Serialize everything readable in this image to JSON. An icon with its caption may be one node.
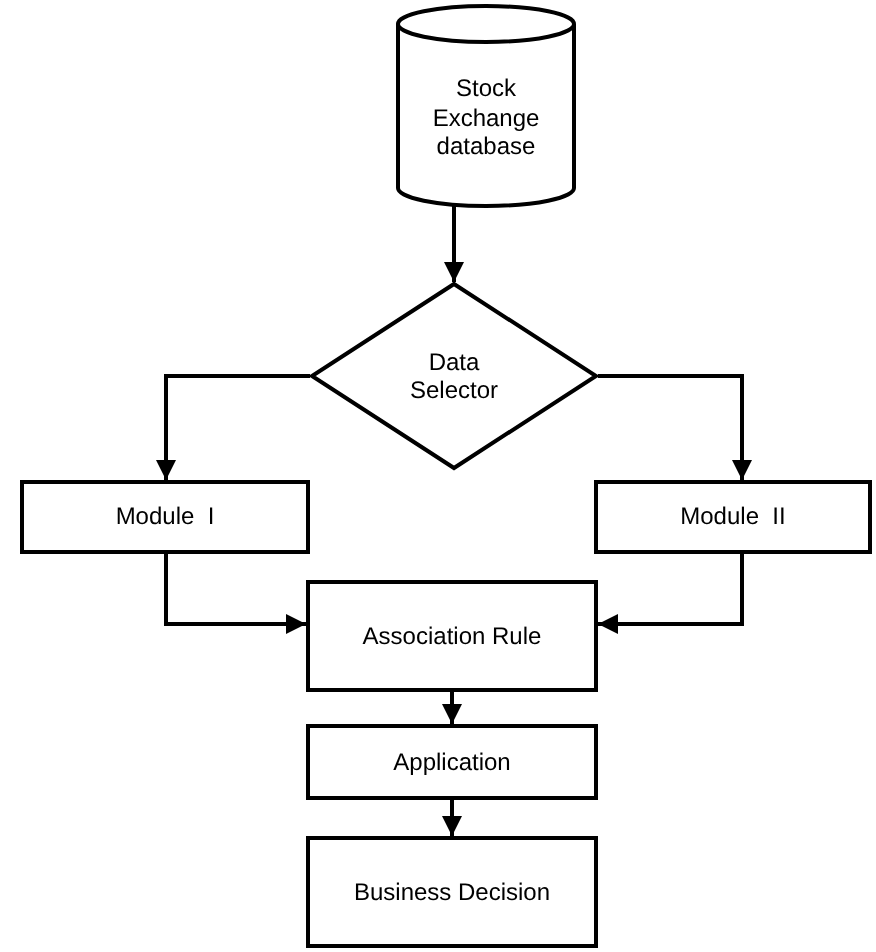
{
  "diagram": {
    "nodes": [
      {
        "text": [
          "Stock Exchange database"
        ]
      },
      {
        "text": [
          "Data Selector"
        ]
      },
      {
        "text": [
          "Module  I"
        ]
      },
      {
        "text": [
          "Module  II"
        ]
      },
      {
        "text": [
          "Association Rule"
        ]
      },
      {
        "text": [
          "Application"
        ]
      },
      {
        "text": [
          "Business Decision"
        ]
      }
    ],
    "edges": [
      {
        "from": 0,
        "to": 1,
        "arrow": "to"
      },
      {
        "from": 1,
        "to": 2,
        "arrow": "to"
      },
      {
        "from": 1,
        "to": 3,
        "arrow": "to"
      },
      {
        "from": 2,
        "to": 4,
        "arrow": "to"
      },
      {
        "from": 3,
        "to": 4,
        "arrow": "to"
      },
      {
        "from": 4,
        "to": 5,
        "arrow": "to"
      },
      {
        "from": 5,
        "to": 6,
        "arrow": "to"
      }
    ]
  }
}
